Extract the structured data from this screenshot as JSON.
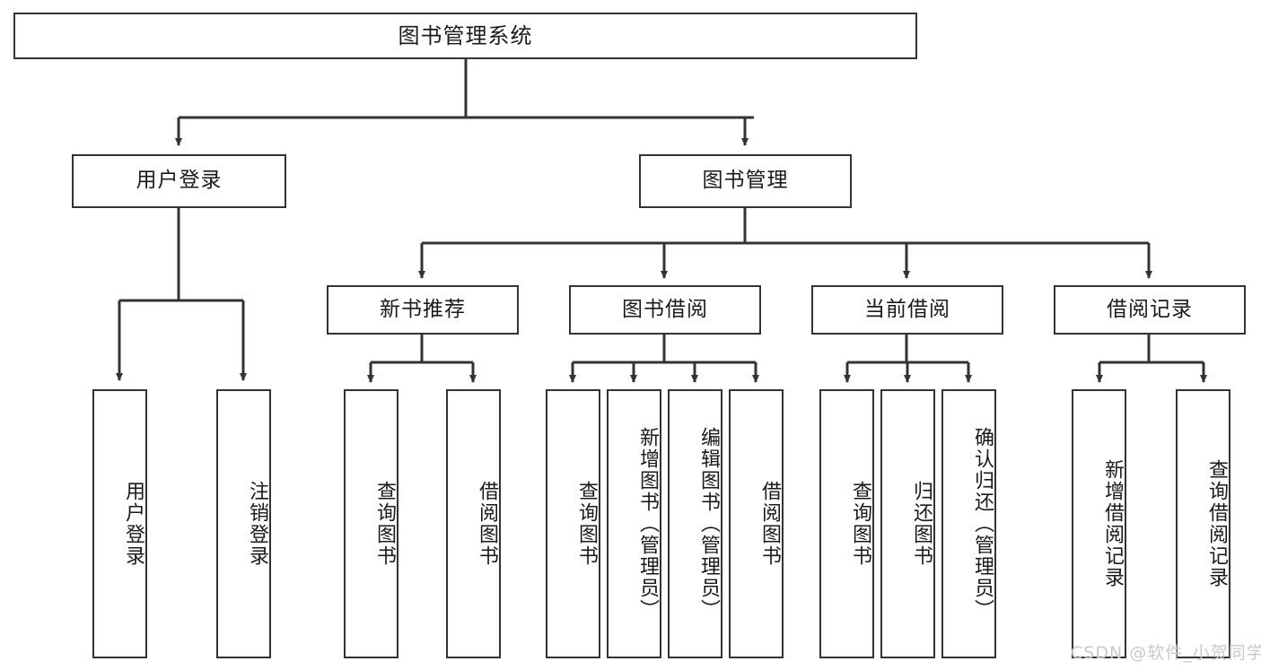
{
  "diagram": {
    "title_node": {
      "label": "图书管理系统"
    },
    "level1": [
      {
        "id": "user-login",
        "label": "用户登录"
      },
      {
        "id": "book-management",
        "label": "图书管理"
      }
    ],
    "level2": [
      {
        "id": "new-book-recommend",
        "label": "新书推荐"
      },
      {
        "id": "book-borrow",
        "label": "图书借阅"
      },
      {
        "id": "current-borrow",
        "label": "当前借阅"
      },
      {
        "id": "borrow-record",
        "label": "借阅记录"
      }
    ],
    "leaves": {
      "user_login": [
        {
          "id": "leaf-user-login",
          "label": "用户登录"
        },
        {
          "id": "leaf-logout-login",
          "label": "注销登录"
        }
      ],
      "new_book_recommend": [
        {
          "id": "leaf-query-book-1",
          "label": "查询图书"
        },
        {
          "id": "leaf-borrow-book-1",
          "label": "借阅图书"
        }
      ],
      "book_borrow": [
        {
          "id": "leaf-query-book-2",
          "label": "查询图书"
        },
        {
          "id": "leaf-add-book",
          "label": "新增图书（管理员）"
        },
        {
          "id": "leaf-edit-book",
          "label": "编辑图书（管理员）"
        },
        {
          "id": "leaf-borrow-book-2",
          "label": "借阅图书"
        }
      ],
      "current_borrow": [
        {
          "id": "leaf-query-book-3",
          "label": "查询图书"
        },
        {
          "id": "leaf-return-book",
          "label": "归还图书"
        },
        {
          "id": "leaf-confirm-return",
          "label": "确认归还（管理员）"
        }
      ],
      "borrow_record": [
        {
          "id": "leaf-add-record",
          "label": "新增借阅记录"
        },
        {
          "id": "leaf-query-record",
          "label": "查询借阅记录"
        }
      ]
    }
  },
  "watermark": {
    "text": "CSDN @软件_小贺同学"
  },
  "colors": {
    "stroke": "#333333",
    "background": "#ffffff",
    "text": "#1a1a1a",
    "watermark": "#c9c9c9"
  }
}
